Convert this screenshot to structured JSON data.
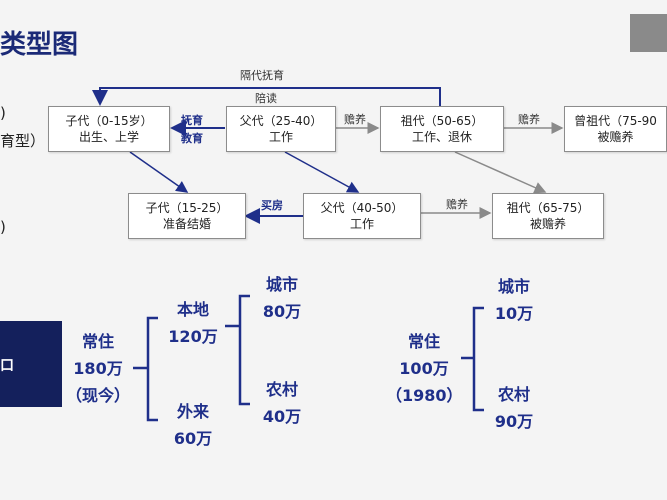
{
  "header": {
    "title_fragment": "类型图"
  },
  "left_fragments": {
    "top_mark": ")",
    "type_fragment": "育型）",
    "mid_fragment": ")",
    "block_label": "口"
  },
  "boxes": {
    "child_0_15": {
      "line1": "子代（0-15岁）",
      "line2": "出生、上学"
    },
    "parent_25_40": {
      "line1": "父代（25-40）",
      "line2": "工作"
    },
    "grand_50_65": {
      "line1": "祖代（50-65）",
      "line2": "工作、退休"
    },
    "great_75_90": {
      "line1": "曾祖代（75-90",
      "line2": "被赡养"
    },
    "child_15_25": {
      "line1": "子代（15-25）",
      "line2": "准备结婚"
    },
    "parent_40_50": {
      "line1": "父代（40-50）",
      "line2": "工作"
    },
    "grand_65_75": {
      "line1": "祖代（65-75）",
      "line2": "被赡养"
    }
  },
  "labels": {
    "skip_gen_1": "隔代抚育",
    "skip_gen_2": "陪读",
    "raise_1": "抚育",
    "raise_2": "教育",
    "support_1": "赡养",
    "support_2": "赡养",
    "support_3": "赡养",
    "buy_house": "买房"
  },
  "population_now": {
    "resident": "常住",
    "resident_value": "180万",
    "period": "（现今）",
    "local": "本地",
    "local_value": "120万",
    "migrant": "外来",
    "migrant_value": "60万",
    "urban": "城市",
    "urban_value": "80万",
    "rural": "农村",
    "rural_value": "40万"
  },
  "population_1980": {
    "resident": "常住",
    "resident_value": "100万",
    "period": "（1980）",
    "urban": "城市",
    "urban_value": "10万",
    "rural": "农村",
    "rural_value": "90万"
  },
  "colors": {
    "navy": "#14205c",
    "accent_blue": "#1f2f8a",
    "arrow_gray": "#8a8a8a"
  }
}
